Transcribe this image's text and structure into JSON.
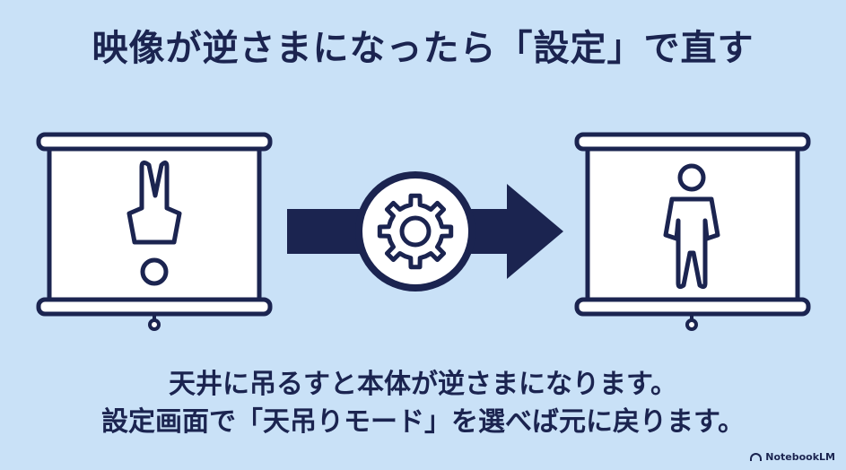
{
  "title": "映像が逆さまになったら「設定」で直す",
  "caption": {
    "line1": "天井に吊るすと本体が逆さまになります。",
    "line2": "設定画面で「天吊りモード」を選べば元に戻ります。"
  },
  "watermark": "NotebookLM",
  "icons": {
    "left_screen": "projection-screen-icon",
    "upside_down_person": "upside-down-person-icon",
    "gear": "gear-icon",
    "arrow": "right-arrow-icon",
    "right_screen": "projection-screen-icon",
    "upright_person": "person-icon"
  },
  "colors": {
    "background": "#c9e1f7",
    "navy": "#1b2450",
    "screen_fill": "#ffffff"
  }
}
